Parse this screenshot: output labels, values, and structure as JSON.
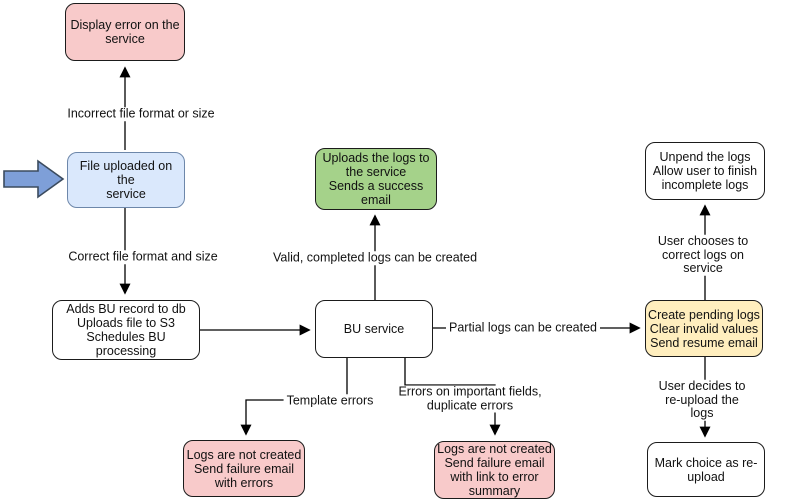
{
  "diagram": {
    "type": "flowchart",
    "nodes": [
      {
        "id": "display-error",
        "text": "Display error on the\nservice",
        "fill": "#f8caca",
        "border": "#1b1b1b"
      },
      {
        "id": "file-uploaded",
        "text": "File uploaded on the\nservice",
        "fill": "#dae8fc",
        "border": "#6d87aa"
      },
      {
        "id": "adds-bu-record",
        "text": "Adds BU record to db\nUploads file to S3\nSchedules BU processing",
        "fill": "#ffffff",
        "border": "#1b1b1b"
      },
      {
        "id": "uploads-logs",
        "text": "Uploads the logs to\nthe service\nSends a success\nemail",
        "fill": "#a5d28a",
        "border": "#1b1b1b"
      },
      {
        "id": "bu-service",
        "text": "BU service",
        "fill": "#ffffff",
        "border": "#1b1b1b"
      },
      {
        "id": "create-pending",
        "text": "Create pending logs\nClear invalid values\nSend resume email",
        "fill": "#ffeebe",
        "border": "#1b1b1b"
      },
      {
        "id": "unpend-logs",
        "text": "Unpend the logs\nAllow user to finish\nincomplete logs",
        "fill": "#ffffff",
        "border": "#1b1b1b"
      },
      {
        "id": "mark-reupload",
        "text": "Mark choice as re-\nupload",
        "fill": "#ffffff",
        "border": "#1b1b1b"
      },
      {
        "id": "logs-failure-errors",
        "text": "Logs are not created\nSend failure email\nwith errors",
        "fill": "#f8caca",
        "border": "#1b1b1b"
      },
      {
        "id": "logs-failure-summary",
        "text": "Logs are not created\nSend failure email\nwith link to error\nsummary",
        "fill": "#f8caca",
        "border": "#1b1b1b"
      }
    ],
    "edge_labels": [
      {
        "id": "incorrect-format",
        "text": "Incorrect file format or size"
      },
      {
        "id": "correct-format",
        "text": "Correct file format and size"
      },
      {
        "id": "valid-logs",
        "text": "Valid, completed logs can be created"
      },
      {
        "id": "partial-logs",
        "text": "Partial logs can be created"
      },
      {
        "id": "template-errors",
        "text": "Template errors"
      },
      {
        "id": "important-errors",
        "text": "Errors on important fields,\nduplicate errors"
      },
      {
        "id": "user-corrects",
        "text": "User chooses to correct logs on service"
      },
      {
        "id": "user-reuploads",
        "text": "User decides to re-upload the logs"
      }
    ],
    "colors": {
      "edge_stroke": "#000000",
      "pointer_arrow_fill": "#7e9fd8",
      "pointer_arrow_stroke": "#3b4b5e"
    }
  }
}
